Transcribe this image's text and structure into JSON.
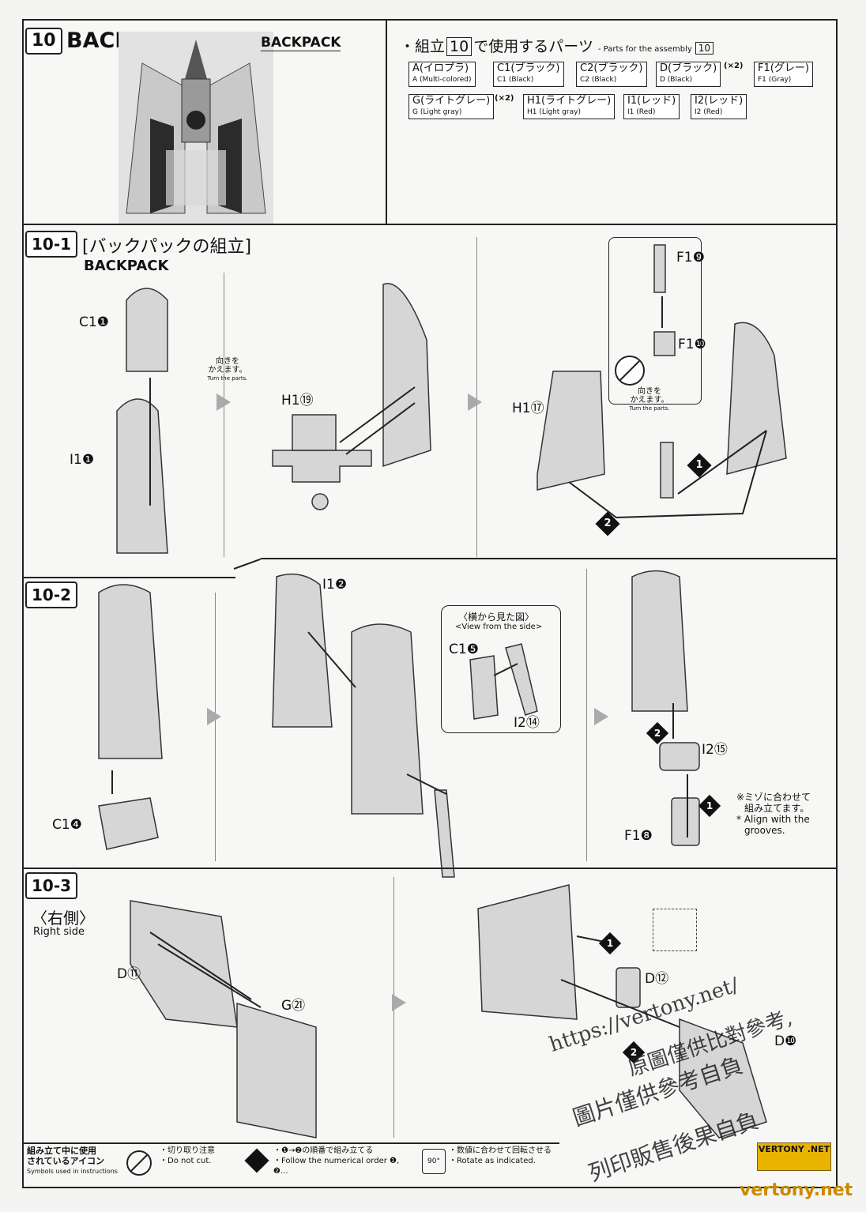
{
  "step10": {
    "number": "10",
    "title": "BACKPACK",
    "image_label": "BACKPACK",
    "parts_heading": "・組立",
    "parts_heading_num": "10",
    "parts_heading_jp": "で使用するパーツ",
    "parts_heading_en": "- Parts for the assembly",
    "parts": [
      {
        "jp": "A(イロプラ)",
        "en": "A (Multi-colored)",
        "qty": ""
      },
      {
        "jp": "C1(ブラック)",
        "en": "C1 (Black)",
        "qty": ""
      },
      {
        "jp": "C2(ブラック)",
        "en": "C2 (Black)",
        "qty": ""
      },
      {
        "jp": "D(ブラック)",
        "en": "D (Black)",
        "qty": "(×2)"
      },
      {
        "jp": "F1(グレー)",
        "en": "F1 (Gray)",
        "qty": ""
      },
      {
        "jp": "G(ライトグレー)",
        "en": "G (Light gray)",
        "qty": "(×2)"
      },
      {
        "jp": "H1(ライトグレー)",
        "en": "H1 (Light gray)",
        "qty": ""
      },
      {
        "jp": "I1(レッド)",
        "en": "I1 (Red)",
        "qty": ""
      },
      {
        "jp": "I2(レッド)",
        "en": "I2 (Red)",
        "qty": ""
      }
    ]
  },
  "step10_1": {
    "number": "10-1",
    "title": "[バックパックの組立]",
    "subtitle": "BACKPACK",
    "labels": {
      "c1_1": "C1❶",
      "i1_1": "I1❶",
      "h1_19": "H1⑲",
      "h1_17": "H1⑰",
      "f1_9": "F1❾",
      "f1_10": "F1❿"
    },
    "turn_jp_1": "向きを",
    "turn_jp_2": "かえます。",
    "turn_en": "Turn the parts.",
    "order_1": "1",
    "order_2": "2"
  },
  "step10_2": {
    "number": "10-2",
    "labels": {
      "c1_4": "C1❹",
      "i1_2": "I1❷",
      "c1_5": "C1❺",
      "i2_14": "I2⑭",
      "i2_15": "I2⑮",
      "f1_8": "F1❽"
    },
    "side_view_jp": "〈横から見た図〉",
    "side_view_en": "<View from the side>",
    "align_jp_1": "※ミゾに合わせて",
    "align_jp_2": "組み立てます。",
    "align_en_1": "* Align with the",
    "align_en_2": "grooves.",
    "order_1": "1",
    "order_2": "2"
  },
  "step10_3": {
    "number": "10-3",
    "side_jp": "〈右側〉",
    "side_en": "Right side",
    "labels": {
      "d_11": "D⑪",
      "g_21": "G㉑",
      "d_12": "D⑫",
      "d_10": "D❿"
    },
    "order_1": "1",
    "order_2": "2"
  },
  "legend": {
    "title_jp_1": "組み立て中に使用",
    "title_jp_2": "されているアイコン",
    "title_en": "Symbols used in instructions",
    "do_not_cut_jp": "・切り取り注意",
    "do_not_cut_en": "・Do not cut.",
    "order_jp": "・❶→❷の順番で組み立てる",
    "order_en": "・Follow the numerical order ❶, ❷...",
    "rotate_icon": "90°",
    "rotate_jp": "・数値に合わせて回転させる",
    "rotate_en": "・Rotate as indicated."
  },
  "watermark": {
    "url": "https://vertony.net/",
    "line1": "原圖僅供比對參考,",
    "line2": "圖片僅供參考自負",
    "line3": "列印販售後果自負",
    "logo": "VERTONY .NET",
    "footer_url": "vertony.net"
  }
}
